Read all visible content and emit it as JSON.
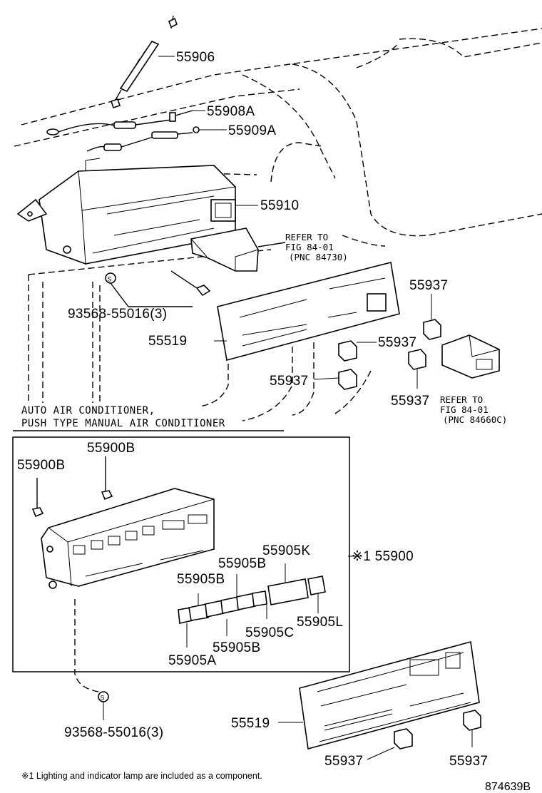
{
  "labels": {
    "p55906": "55906",
    "p55908A": "55908A",
    "p55909A": "55909A",
    "p55910": "55910",
    "ref1_l1": "REFER TO",
    "ref1_l2": "FIG 84-01",
    "ref1_l3": "(PNC 84730)",
    "p93568_top": "93568-55016(3)",
    "p55519_top": "55519",
    "p55937_a": "55937",
    "p55937_b": "55937",
    "p55937_c": "55937",
    "p55937_d": "55937",
    "ref2_l1": "REFER TO",
    "ref2_l2": "FIG 84-01",
    "ref2_l3": "(PNC 84660C)",
    "caption_l1": "AUTO AIR CONDITIONER,",
    "caption_l2": "PUSH TYPE MANUAL AIR CONDITIONER",
    "p55900B_a": "55900B",
    "p55900B_b": "55900B",
    "p55905K": "55905K",
    "p55905B_a": "55905B",
    "p55905B_b": "55905B",
    "p55905B_c": "55905B",
    "p55900": "※1 55900",
    "p55905C": "55905C",
    "p55905L": "55905L",
    "p55905A": "55905A",
    "p93568_bottom": "93568-55016(3)",
    "p55519_bottom": "55519",
    "p55937_e": "55937",
    "p55937_f": "55937",
    "footnote": "※1 Lighting and indicator lamp are included as a component.",
    "diagram_code": "874639B"
  }
}
